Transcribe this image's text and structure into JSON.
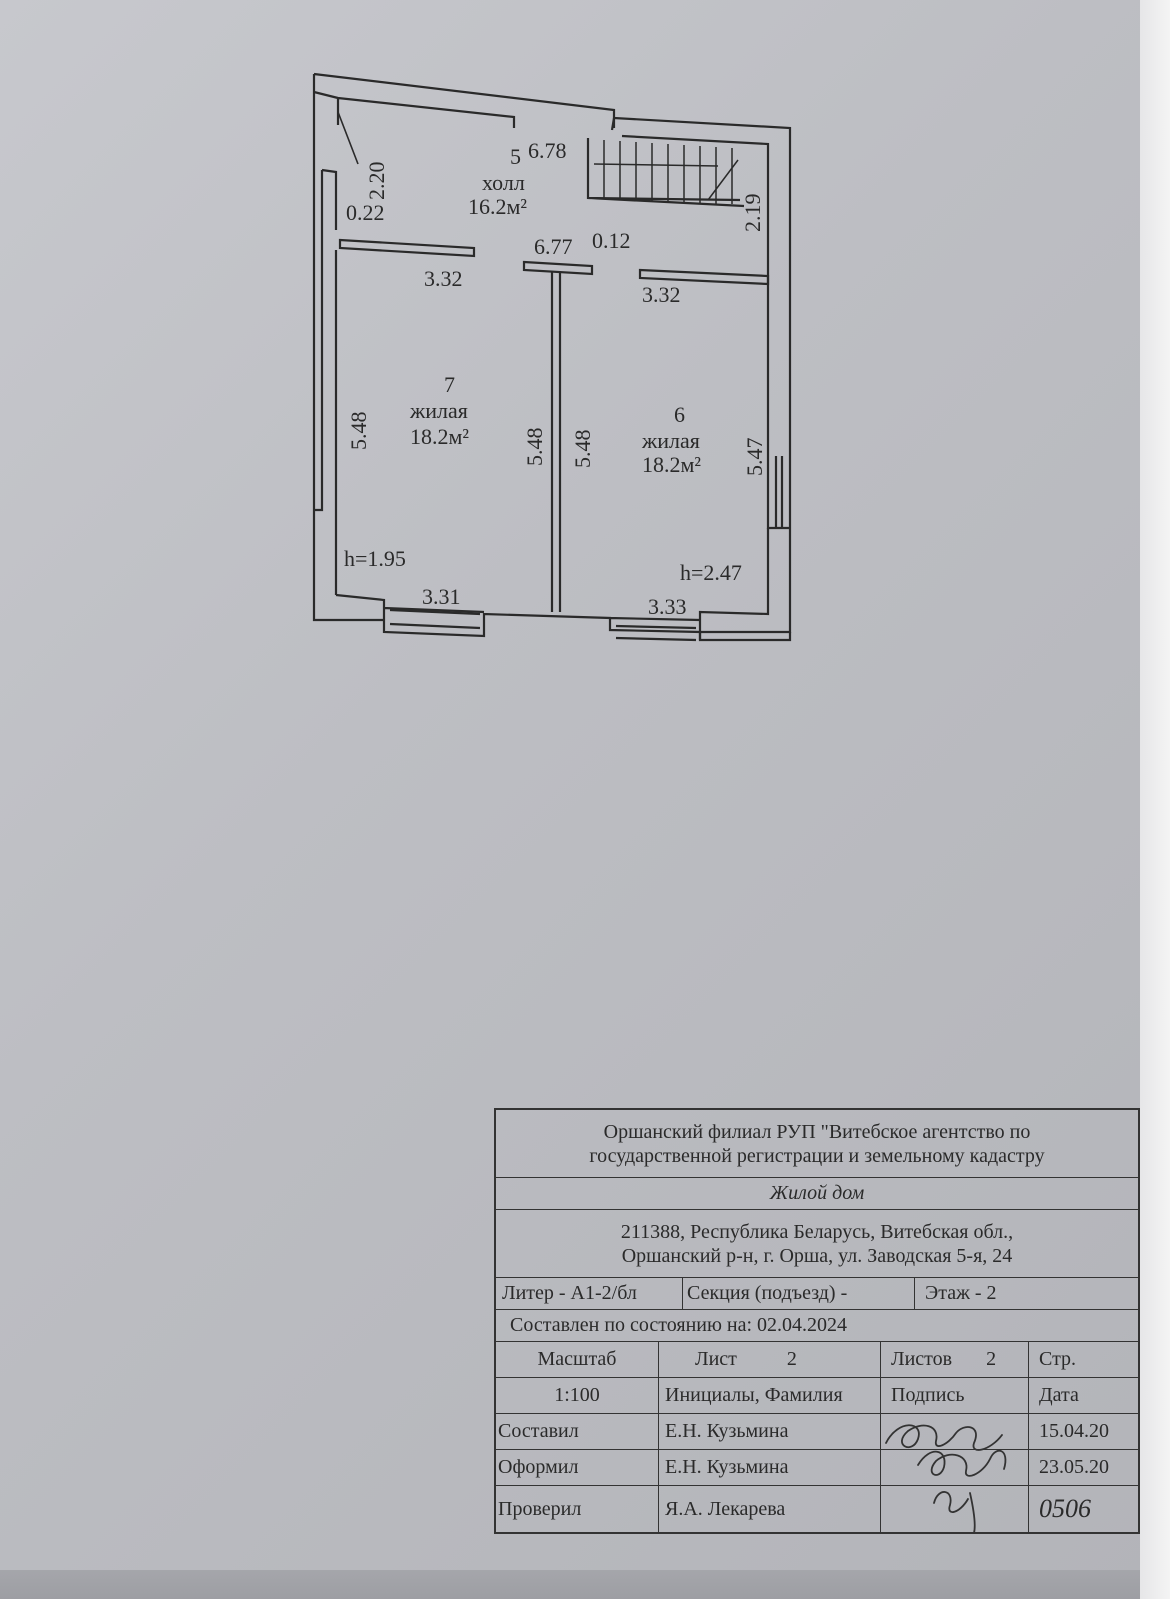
{
  "plan": {
    "rooms": [
      {
        "number": "5",
        "name": "холл",
        "area": "16.2м²"
      },
      {
        "number": "7",
        "name": "жилая",
        "area": "18.2м²"
      },
      {
        "number": "6",
        "name": "жилая",
        "area": "18.2м²"
      }
    ],
    "dimensions": {
      "hall_top": "6.78",
      "hall_left_vertical": "2.20",
      "hall_left_small": "0.22",
      "stair_vertical": "2.19",
      "hall_bottom": "6.77",
      "partition": "0.12",
      "room7_top": "3.32",
      "room6_top": "3.32",
      "room7_left": "5.48",
      "room7_right": "5.48",
      "room6_left": "5.48",
      "room6_right": "5.47",
      "room7_bottom": "3.31",
      "room6_bottom": "3.33"
    },
    "heights": {
      "room7": "h=1.95",
      "room6": "h=2.47"
    }
  },
  "stamp": {
    "org_line1": "Оршанский филиал РУП \"Витебское агентство по",
    "org_line2": "государственной регистрации и земельному кадастру",
    "object": "Жилой дом",
    "address_line1": "211388, Республика Беларусь, Витебская обл.,",
    "address_line2": "Оршанский р-н, г. Орша, ул. Заводская 5-я, 24",
    "liter": "Литер - А1-2/бл",
    "section": "Секция (подъезд) -",
    "floor": "Этаж - 2",
    "compiled_state": "Составлен по состоянию на: 02.04.2024",
    "scale_label": "Масштаб",
    "sheet_label": "Лист",
    "sheet_value": "2",
    "sheets_label": "Листов",
    "sheets_value": "2",
    "page_label": "Стр.",
    "scale_value": "1:100",
    "initials_label": "Инициалы, Фамилия",
    "signature_label": "Подпись",
    "date_label": "Дата",
    "rows": [
      {
        "role": "Составил",
        "name": "Е.Н. Кузьмина",
        "date": "15.04.20"
      },
      {
        "role": "Оформил",
        "name": "Е.Н. Кузьмина",
        "date": "23.05.20"
      },
      {
        "role": "Проверил",
        "name": "Я.А. Лекарева",
        "date": "0506"
      }
    ]
  }
}
